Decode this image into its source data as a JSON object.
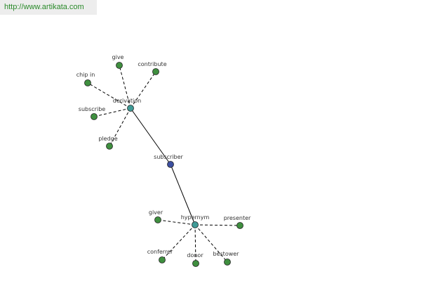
{
  "banner": {
    "url_text": "http://www.artikata.com"
  },
  "colors": {
    "leaf": "#3f8f3f",
    "hub": "#3f9a96",
    "center": "#3c4fa0"
  },
  "graph": {
    "center": {
      "id": "subscriber",
      "label": "subscriber"
    },
    "hubs": [
      {
        "id": "derivation",
        "label": "derivation",
        "leaves": [
          "give",
          "contribute",
          "chip in",
          "subscribe",
          "pledge"
        ]
      },
      {
        "id": "hypernym",
        "label": "hypernym",
        "leaves": [
          "giver",
          "presenter",
          "conferrer",
          "donor",
          "bestower"
        ]
      }
    ]
  }
}
